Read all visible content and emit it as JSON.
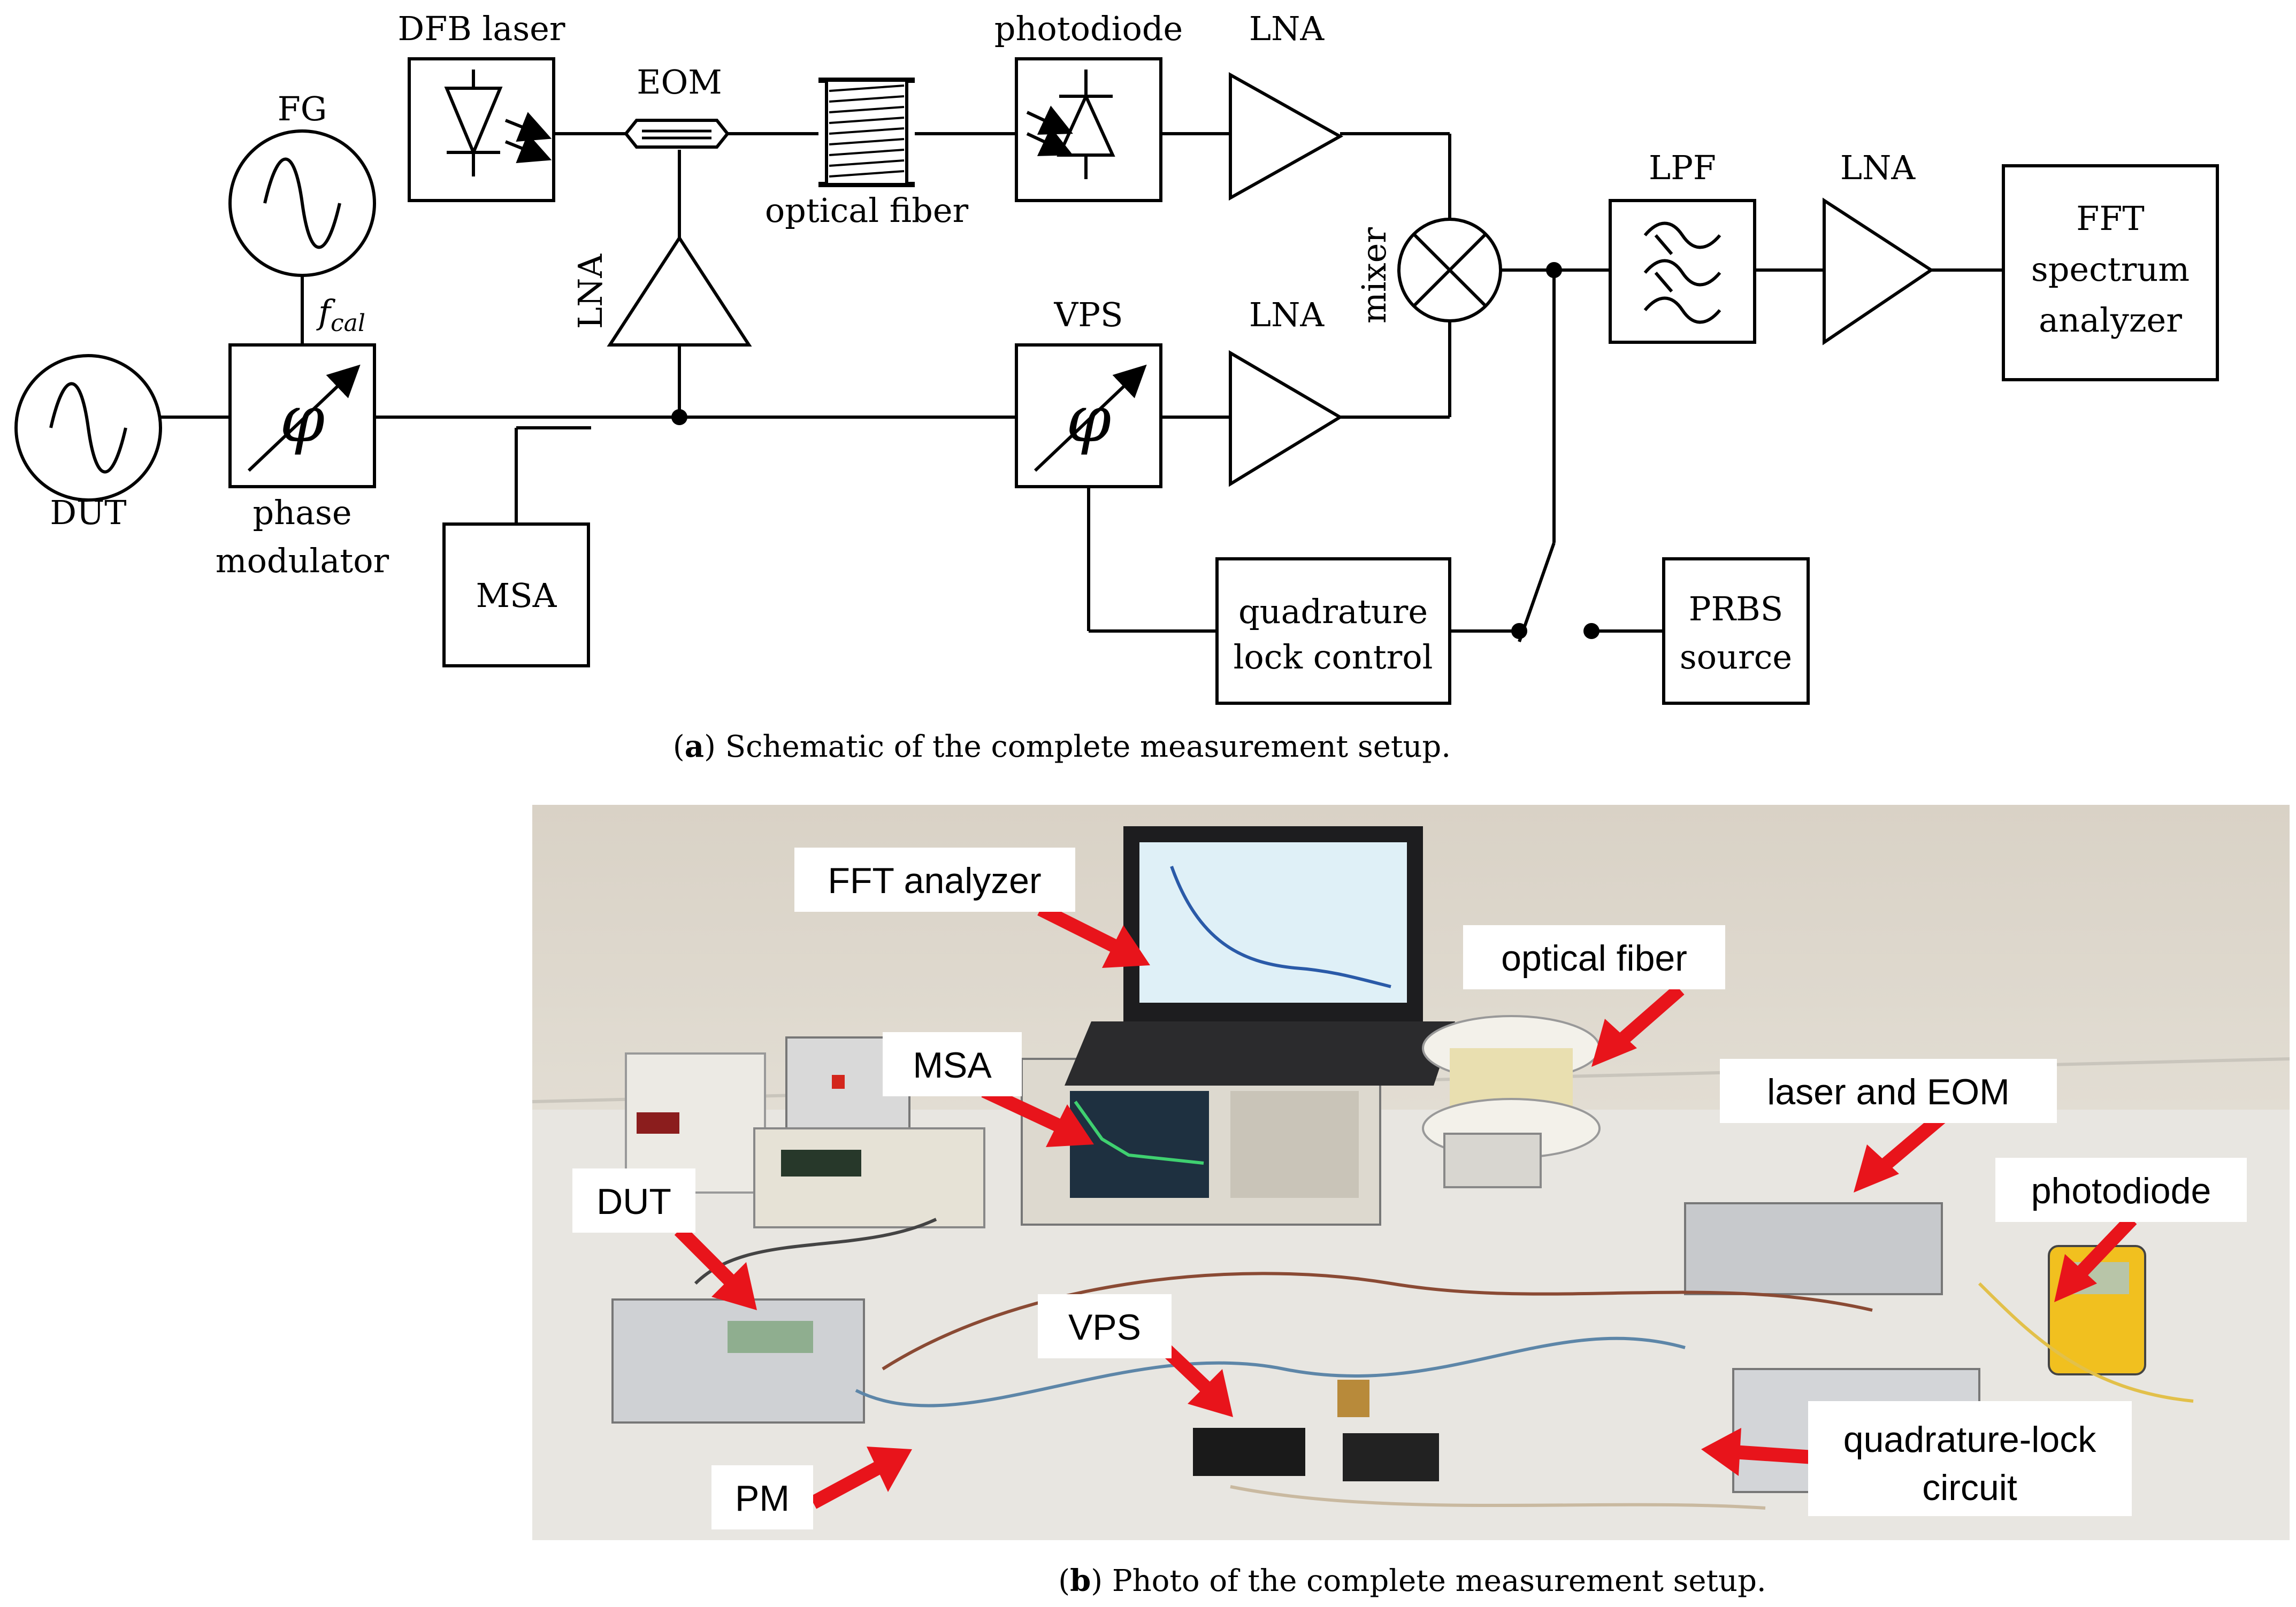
{
  "figure_a": {
    "caption_letter": "a",
    "caption_text": "Schematic of the complete measurement setup.",
    "blocks": {
      "dut": "DUT",
      "fg": "FG",
      "fcal_main": "f",
      "fcal_sub": "cal",
      "phase_mod_line1": "phase",
      "phase_mod_line2": "modulator",
      "dfb": "DFB laser",
      "eom": "EOM",
      "fiber": "optical fiber",
      "photodiode": "photodiode",
      "lna_top": "LNA",
      "lna_vertical": "LNA",
      "vps": "VPS",
      "lna_mid": "LNA",
      "mixer": "mixer",
      "lpf": "LPF",
      "lna_right": "LNA",
      "fft_line1": "FFT",
      "fft_line2": "spectrum",
      "fft_line3": "analyzer",
      "msa": "MSA",
      "qlc_line1": "quadrature",
      "qlc_line2": "lock control",
      "prbs_line1": "PRBS",
      "prbs_line2": "source",
      "phi": "φ"
    }
  },
  "figure_b": {
    "caption_letter": "b",
    "caption_text": "Photo of the complete measurement setup.",
    "callouts": {
      "fft_analyzer": "FFT analyzer",
      "optical_fiber": "optical fiber",
      "msa": "MSA",
      "laser_eom": "laser and EOM",
      "dut": "DUT",
      "photodiode": "photodiode",
      "vps": "VPS",
      "ql_line1": "quadrature-lock",
      "ql_line2": "circuit",
      "pm": "PM"
    },
    "colors": {
      "arrow": "#e8141b",
      "wall": "#dcd6ca",
      "table": "#e9e7e2"
    }
  }
}
